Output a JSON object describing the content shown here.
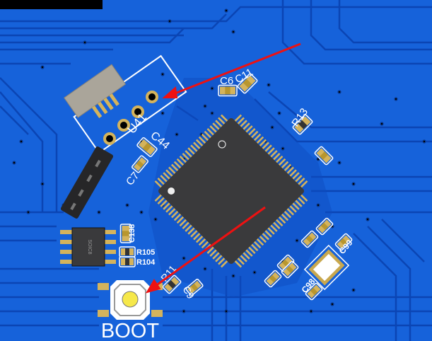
{
  "board": {
    "colors": {
      "copper_fill": "#1662da",
      "trace": "#0b45b4",
      "silk": "#ffffff",
      "pad": "#d4b35c",
      "ic_body": "#3a3a3c",
      "arrow": "#ee1111"
    },
    "refdes": {
      "u41": "U41",
      "c44": "C44",
      "c7": "C7",
      "c6": "C6",
      "c11": "C11",
      "r13": "R13",
      "c138": "C138",
      "r105": "R105",
      "r104": "R104",
      "r11": "R11",
      "c9": "C9",
      "c98": "C98",
      "c99": "C99"
    },
    "soic_marking": "SOIC8",
    "button_label": "BOOT"
  }
}
